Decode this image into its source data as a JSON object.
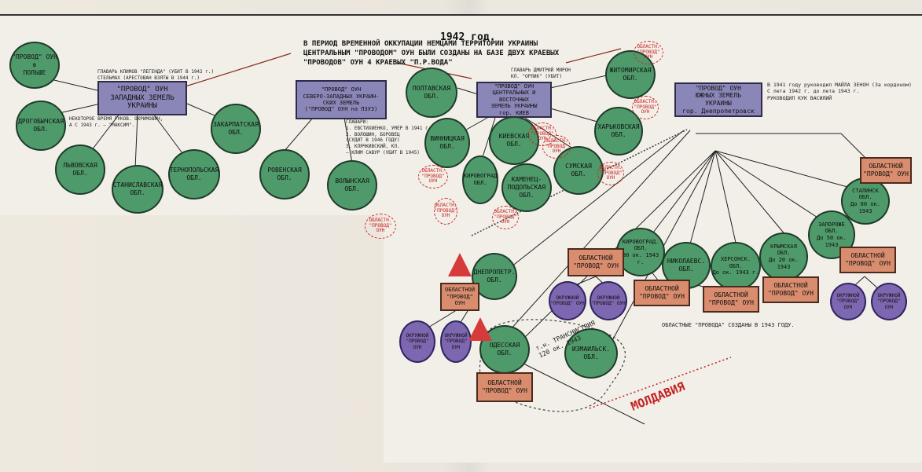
{
  "title": {
    "year": "1942 год.",
    "text": "В ПЕРИОД ВРЕМЕННОЙ ОККУПАЦИИ НЕМЦАМИ ТЕРРИТОРИИ УКРАИНЫ\nЦЕНТРАЛЬНЫМ \"ПРОВОДОМ\" ОУН БЫЛИ СОЗДАНЫ НА БАЗЕ ДВУХ КРАЕВЫХ\n\"ПРОВОДОВ\" ОУН 4 КРАЕВЫХ \"П.Р.ВОДА\""
  },
  "boxes": {
    "west": "\"ПРОВОД\" ОУН\nЗАПАДНЫХ ЗЕМЕЛЬ\nУКРАИНЫ",
    "northwest": "\"ПРОВОД\" ОУН\nСЕВЕРО-ЗАПАДНЫХ УКРАИН-\nСКИХ ЗЕМЕЛЬ\n(\"ПРОВОД\" ОУН на ПЗУЗ)",
    "central": "\"ПРОВОД\" ОУН\nЦЕНТРАЛЬНЫХ И ВОСТОЧНЫХ\nЗЕМЕЛЬ УКРАИНЫ\nгор. КИЕВ",
    "south": "\"ПРОВОД\" ОУН\nЮЖНЫХ ЗЕМЕЛЬ\nУКРАИНЫ\nгор. Днепропетровск"
  },
  "regions": {
    "poland": "\"ПРОВОД\" ОУН\nв\nПОЛЬШЕ",
    "drogobych": "ДРОГОБЫЧСКАЯ\nОБЛ.",
    "lvov": "ЛЬВОВСКАЯ\nОБЛ.",
    "stanislav": "СТАНИСЛАВСКАЯ\nОБЛ.",
    "ternopol": "ТЕРНОПОЛЬСКАЯ\nОБЛ.",
    "zakarpat": "ЗАКАРПАТСКАЯ\nОБЛ.",
    "rovno": "РОВЕНСКАЯ\nОБЛ.",
    "volyn": "ВОЛЫНСКАЯ\nОБЛ.",
    "poltava": "ПОЛТАВСКАЯ\nОБЛ.",
    "vinnitsa": "ВИННИЦКАЯ\nОБЛ.",
    "kiev": "КИЕВСКАЯ\nОБЛ.",
    "kirovograd_c": "КИРОВОГРАД\nОБЛ.",
    "kamenets": "КАМЕНЕЦ-\nПОДОЛЬСКАЯ\nОБЛ.",
    "sumy": "СУМСКАЯ\nОБЛ.",
    "zhitomir": "ЖИТОМИРСКАЯ\nОБЛ.",
    "kharkov": "ХАРЬКОВСКАЯ\nОБЛ.",
    "dnepropetrovsk": "ДНЕПРОПЕТР.\nОБЛ.",
    "odessa": "ОДЕССКАЯ\nОБЛ.",
    "izmail": "ИЗМАИЛЬСК.\nОБЛ.",
    "kirovograd": "КИРОВОГРАД.\nОБЛ.\n80 ок. 1943 г.",
    "nikolaev": "НИКОЛАЕВС.\nОБЛ.",
    "kherson": "ХЕРСОНСК.\nОБЛ.\nДо ок. 1943 г.",
    "crimea": "КРЫМСКАЯ\nОБЛ.\nДо 20 ок. 1943",
    "zaporozhe": "ЗАПОРОЖЕ\nОБЛ.\nДо 50 ок. 1943",
    "stalino": "СТАЛИНСК\nОБЛ.\nДо 80 ок. 1943"
  },
  "oblast_boxes": {
    "label": "ОБЛАСТНОЙ\n\"ПРОВОД\" ОУН",
    "small_label": "ОБЛАСТН.\n\"ПРОВОД\" ОУН"
  },
  "district": {
    "label": "ОКРУЖНОЙ\n\"ПРОВОД\" ОУН"
  },
  "stamps": {
    "label": "ОБЛАСТН.\n\"ПРОВОД\"\nОУН"
  },
  "notes": {
    "west_head": "ГЛАВАРЬ КЛИМОВ \"ЛЕГЕНДА\" (УБИТ В 1942 г.)\nСТЕЛЬМАХ (АРЕСТОВАН ВЗЯТЫ В 1944 г.)",
    "west_sub": "НЕКОТОРОЕ ВРЕМЯ РУКОВ. ОХРИМОВИЧ,\nА С 1943 г. — \"МАКСИМ\".",
    "nw_heads": "ГЛАВАРИ:\n1. ЕВСТИХИЕНКО, УМЕР В 1941 г.\n2. ВОЛОШИН, БОРОВЕЦ\n   (СУДИТ В 1946 ГОДУ)\n3. КЛЯЧКИВСКИЙ, КЛ.\n   — КЛИМ САВУР (УБИТ В 1945)",
    "central_head": "ГЛАВАРЬ ДМИТРИЙ МИРОН\nКЛ. \"ОРЛИК\" (УБИТ)",
    "south_head": "В 1941 году руководил МАЙЛА ЗЕНОН (За кордоном)\nС лета 1942 г. до лета 1943 г.\nРУКОВОДИЛ КУК ВАСИЛИЙ",
    "bottom_note": "ОБЛАСТНЫЕ \"ПРОВОДА\" СОЗДАНЫ В 1943 ГОДУ.",
    "transnistria": "т.н. ТРАНСНИСТРИЯ\n120 ок. 1943",
    "moldavia": "МОЛДАВИЯ"
  }
}
